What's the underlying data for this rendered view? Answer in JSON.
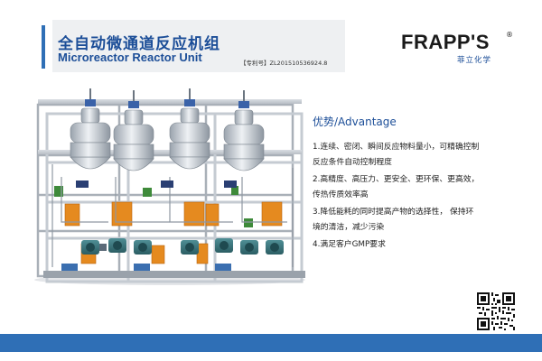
{
  "header": {
    "title_cn": "全自动微通道反应机组",
    "title_en": "Microreactor Reactor Unit",
    "patent": "【专利号】ZL201510536924.8"
  },
  "logo": {
    "wordmark": "FRAPP'S",
    "registered": "®",
    "subtitle": "菲立化学"
  },
  "advantages": {
    "heading": "优势/Advantage",
    "items": [
      "1.连续、密闭、瞬间反应物料量小，可精确控制\n 反应条件自动控制程度",
      "2.高精度、高压力、更安全、更环保、更高效，\n 传热传质效率高",
      "3.降低能耗的同时提高产物的选择性， 保持环\n 境的清洁，减少污染",
      "4.满足客户GMP要求"
    ]
  },
  "colors": {
    "brand_blue": "#1c4e98",
    "band_blue": "#2f6fb6",
    "header_panel": "#eef0f2"
  },
  "icons": {
    "qr": "qr-code",
    "machine": "microreactor-unit-illustration"
  }
}
